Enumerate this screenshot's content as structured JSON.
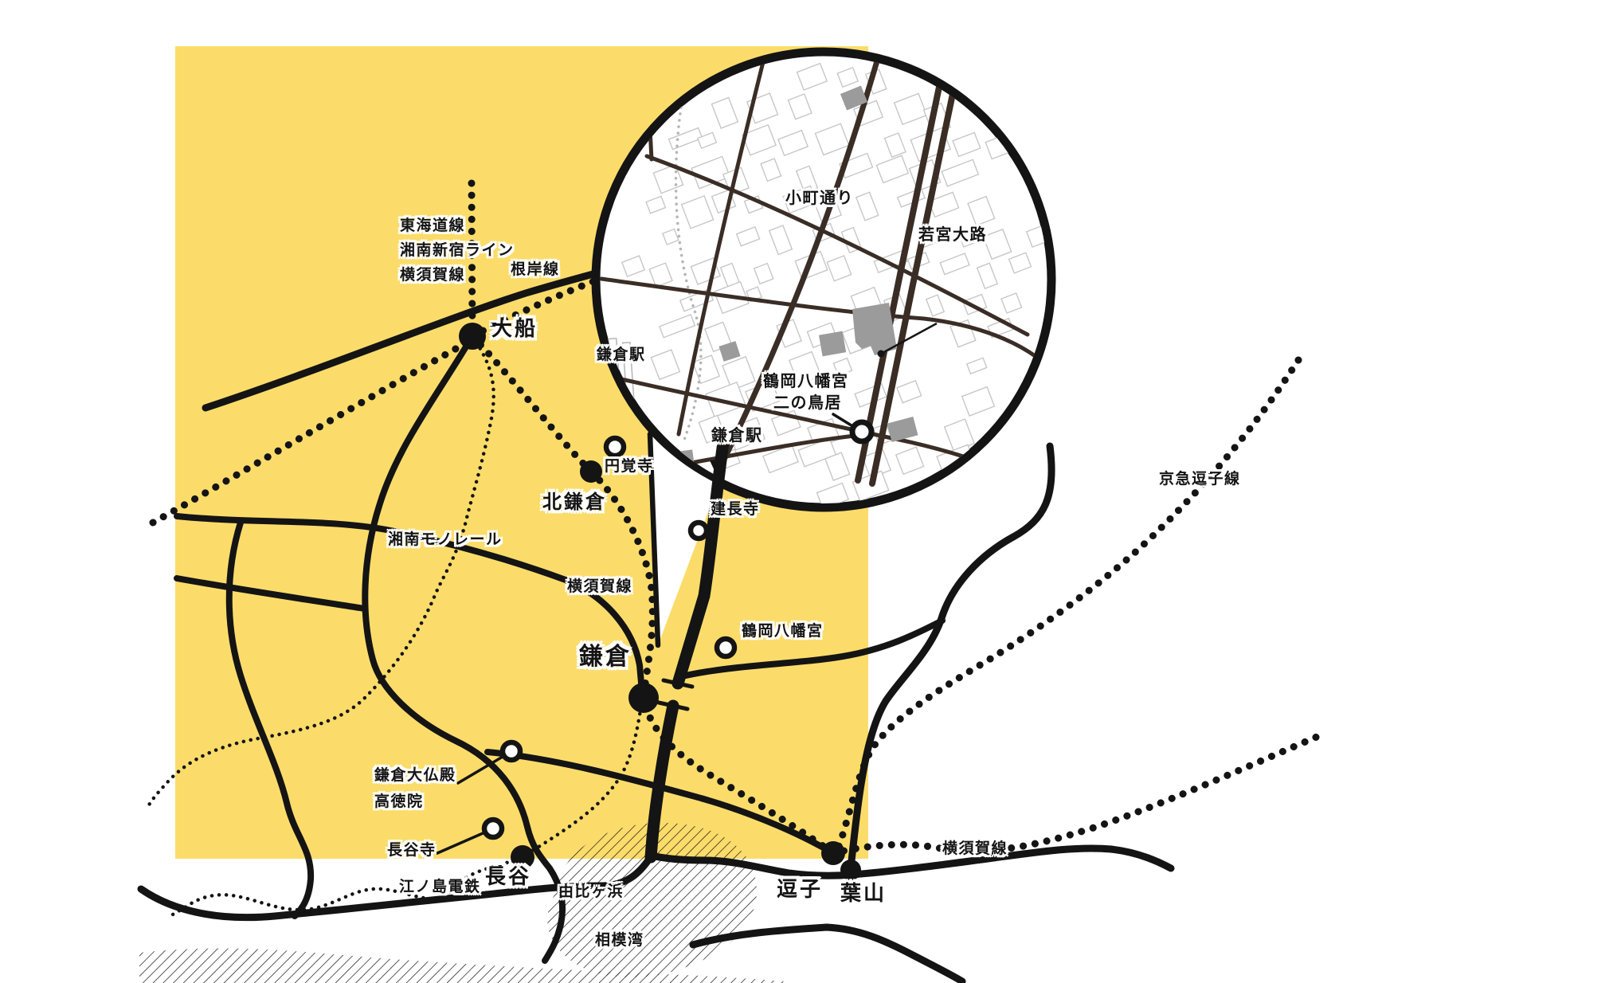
{
  "colors": {
    "highlight_yellow": "#fbdc6a",
    "line_black": "#141414",
    "street_brown": "#3a2d26",
    "building_gray": "#9b9b9b",
    "building_outline": "#c7c7c7"
  },
  "stations": [
    {
      "id": "ofuna",
      "name": "大船"
    },
    {
      "id": "kita-kamakura",
      "name": "北鎌倉"
    },
    {
      "id": "kamakura",
      "name": "鎌倉"
    },
    {
      "id": "hase",
      "name": "長谷"
    },
    {
      "id": "zushi",
      "name": "逗子"
    },
    {
      "id": "hayama",
      "name": "葉山"
    }
  ],
  "lines": [
    {
      "id": "tokaido",
      "name": "東海道線"
    },
    {
      "id": "shonan-shinjuku",
      "name": "湘南新宿ライン"
    },
    {
      "id": "yokosuka-nw",
      "name": "横須賀線"
    },
    {
      "id": "negishi",
      "name": "根岸線"
    },
    {
      "id": "shonan-monorail",
      "name": "湘南モノレール"
    },
    {
      "id": "yokosuka-mid",
      "name": "横須賀線"
    },
    {
      "id": "keikyu-zushi",
      "name": "京急逗子線"
    },
    {
      "id": "yokosuka-east",
      "name": "横須賀線"
    },
    {
      "id": "enoden",
      "name": "江ノ島電鉄"
    }
  ],
  "landmarks": [
    {
      "id": "engakuji",
      "name": "円覚寺"
    },
    {
      "id": "kenchoji",
      "name": "建長寺"
    },
    {
      "id": "tsurugaoka-hachimangu",
      "name": "鶴岡八幡宮"
    },
    {
      "id": "kamakura-daibutsu",
      "name": "鎌倉大仏殿",
      "name2": "高徳院"
    },
    {
      "id": "hasedera",
      "name": "長谷寺"
    }
  ],
  "areas": [
    {
      "id": "yuigahama",
      "name": "由比ヶ浜"
    },
    {
      "id": "sagami-bay",
      "name": "相模湾"
    }
  ],
  "magnifier": {
    "street_labels": [
      {
        "id": "komachi-dori",
        "name": "小町通り"
      },
      {
        "id": "wakamiya-oji",
        "name": "若宮大路"
      }
    ],
    "station_labels": [
      {
        "id": "kamakura-station-west",
        "name": "鎌倉駅"
      },
      {
        "id": "kamakura-station-south",
        "name": "鎌倉駅"
      }
    ],
    "torii_label": {
      "line1": "鶴岡八幡宮",
      "line2": "二の鳥居"
    }
  }
}
